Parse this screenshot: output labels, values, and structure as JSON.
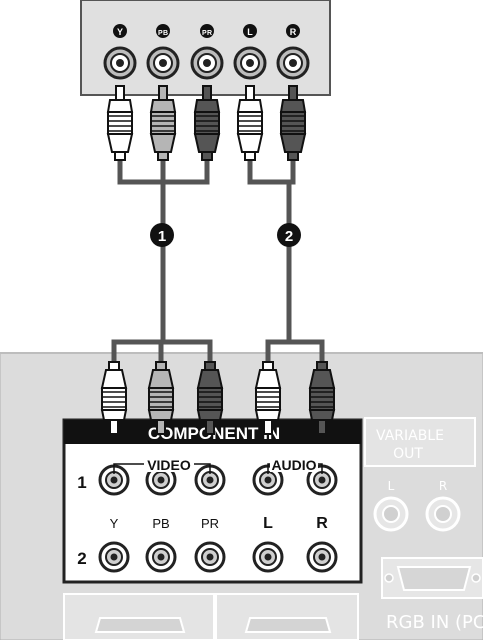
{
  "source_device": {
    "jack_labels": [
      "Y",
      "PB",
      "PR",
      "L",
      "R"
    ]
  },
  "cables": [
    {
      "marker": "1"
    },
    {
      "marker": "2"
    }
  ],
  "tv_panel": {
    "component_header": "COMPONENT IN",
    "video_label": "VIDEO",
    "audio_label": "AUDIO",
    "row_labels": [
      "1",
      "2"
    ],
    "column_labels": [
      "Y",
      "PB",
      "PR",
      "L",
      "R"
    ],
    "variable_out_line1": "VARIABLE",
    "variable_out_line2": "OUT",
    "variable_out_left": "L",
    "variable_out_right": "R",
    "rgb_label": "RGB IN (PC"
  },
  "colors": {
    "plug_white": "#ffffff",
    "plug_light_gray": "#b5b5b5",
    "plug_dark_gray": "#555555",
    "cable": "#555555",
    "panel_bg": "#dcdcdc",
    "source_box_bg": "#e0e0e0"
  }
}
